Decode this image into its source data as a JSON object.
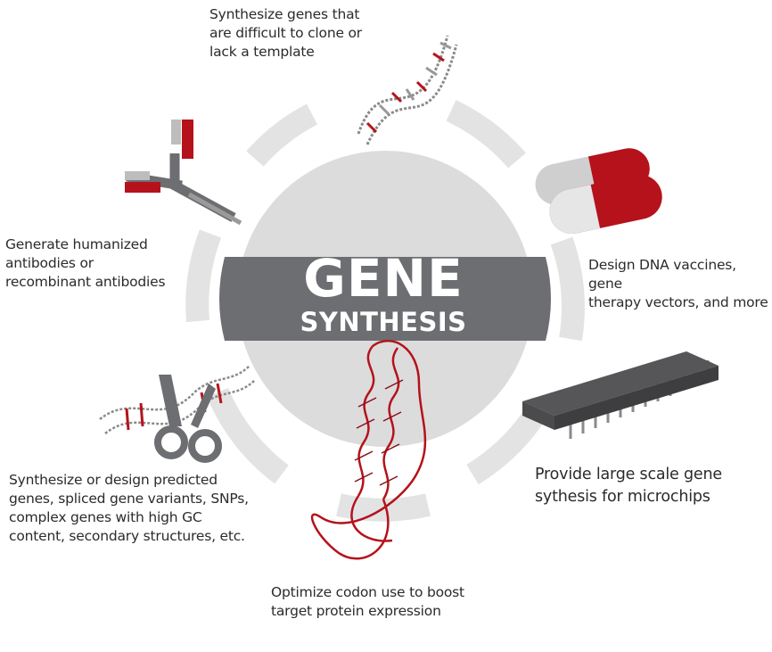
{
  "center": {
    "title": "GENE",
    "subtitle": "SYNTHESIS"
  },
  "captions": {
    "top": "Synthesize genes that\nare difficult to clone or\nlack a template",
    "left": "Generate humanized\nantibodies or\nrecombinant antibodies",
    "right": "Design DNA vaccines, gene\ntherapy vectors, and more",
    "bottom_right": "Provide large scale gene\nsythesis for microchips",
    "bottom": "Optimize codon use to boost\ntarget protein expression",
    "bottom_left": "Synthesize or design predicted\ngenes, spliced gene variants, SNPs,\ncomplex genes with high GC\ncontent, secondary structures, etc."
  },
  "icons": [
    "dna-helix-icon",
    "antibody-icon",
    "capsule-icon",
    "microchip-icon",
    "protein-helix-icon",
    "scissors-dna-icon"
  ],
  "colors": {
    "accent_red": "#b5121b",
    "banner_gray": "#6d6e71",
    "ring_gray": "#e3e3e4",
    "disc_gray": "#dcdcdd",
    "text": "#2b2b2b"
  }
}
